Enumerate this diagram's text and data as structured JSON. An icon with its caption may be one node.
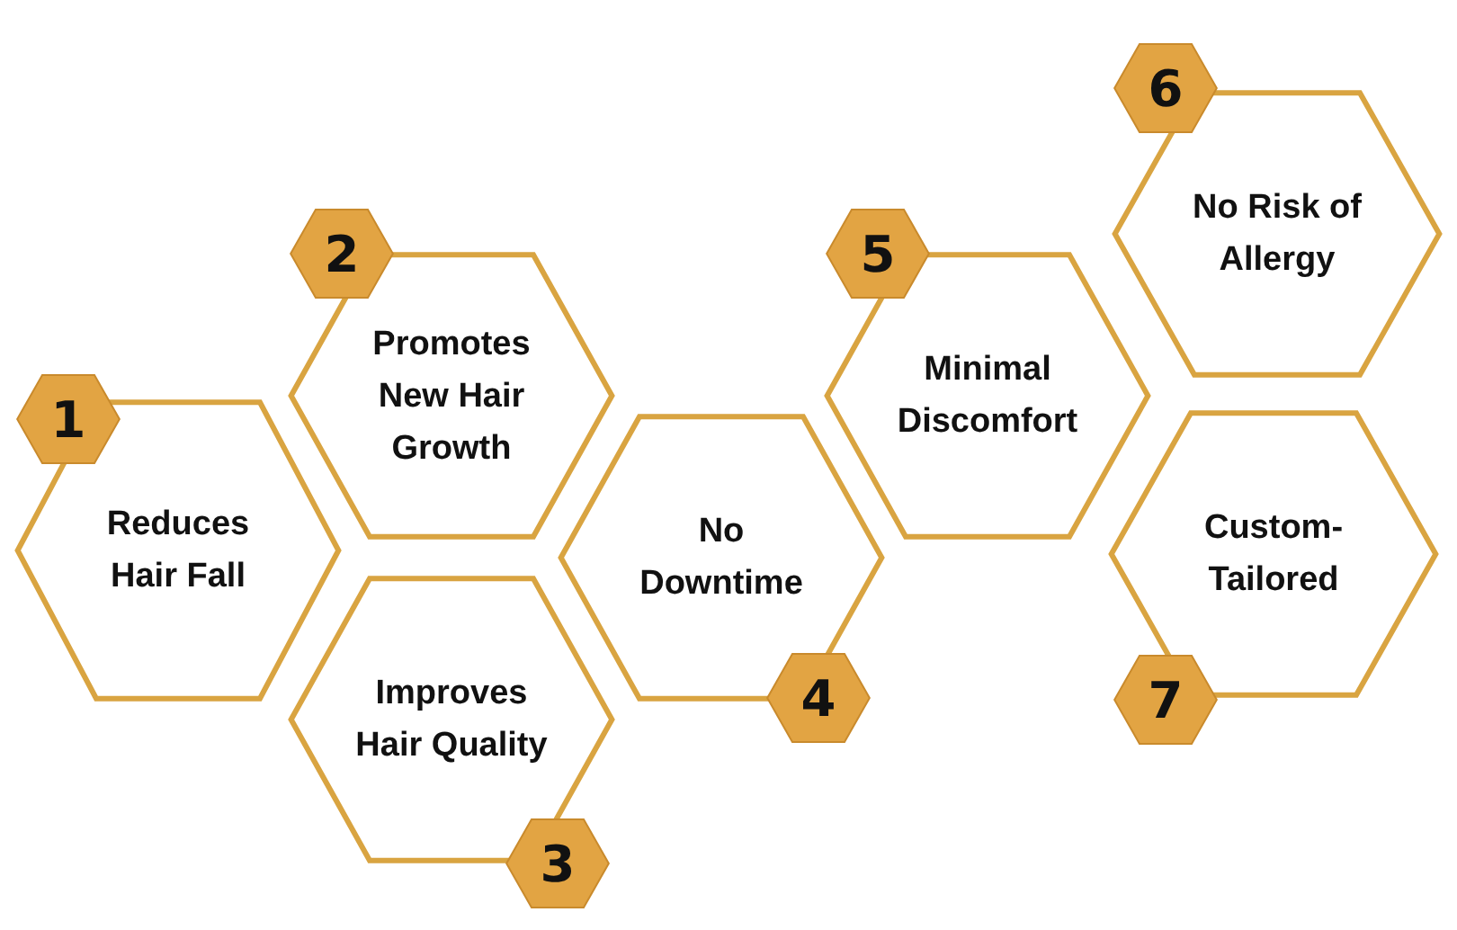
{
  "diagram": {
    "nodes": [
      {
        "text": [
          "1"
        ]
      },
      {
        "text": [
          "Reduces Hair Fall"
        ]
      },
      {
        "text": [
          "2"
        ]
      },
      {
        "text": [
          "Promotes New Hair Growth"
        ]
      },
      {
        "text": [
          "Improves Hair Quality"
        ]
      },
      {
        "text": [
          "3"
        ]
      },
      {
        "text": [
          "No Downtime"
        ]
      },
      {
        "text": [
          "4"
        ]
      },
      {
        "text": [
          "5"
        ]
      },
      {
        "text": [
          "Minimal Discomfort"
        ]
      },
      {
        "text": [
          "6"
        ]
      },
      {
        "text": [
          "No Risk of Allergy"
        ]
      },
      {
        "text": [
          "Custom- Tailored"
        ]
      },
      {
        "text": [
          "7"
        ]
      }
    ]
  }
}
